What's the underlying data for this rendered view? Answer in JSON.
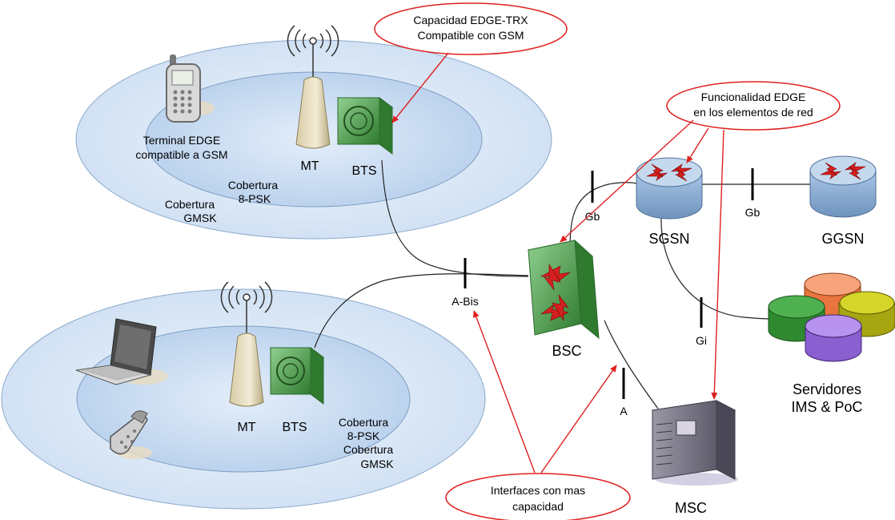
{
  "top_cell": {
    "terminal_label_line1": "Terminal EDGE",
    "terminal_label_line2": "compatible a GSM",
    "mt_label": "MT",
    "bts_label": "BTS",
    "inner_cov_line1": "Cobertura",
    "inner_cov_line2": "8-PSK",
    "outer_cov_line1": "Cobertura",
    "outer_cov_line2": "GMSK"
  },
  "bottom_cell": {
    "mt_label": "MT",
    "bts_label": "BTS",
    "inner_cov_line1": "Cobertura",
    "inner_cov_line2": "8-PSK",
    "outer_cov_line1": "Cobertura",
    "outer_cov_line2": "GMSK"
  },
  "nodes": {
    "bsc": "BSC",
    "sgsn": "SGSN",
    "ggsn": "GGSN",
    "msc": "MSC",
    "servers_line1": "Servidores",
    "servers_line2": "IMS & PoC"
  },
  "interfaces": {
    "abis": "A-Bis",
    "a": "A",
    "gb_left": "Gb",
    "gb_right": "Gb",
    "gi": "Gi"
  },
  "annotations": {
    "edge_trx_line1": "Capacidad EDGE-TRX",
    "edge_trx_line2": "Compatible con GSM",
    "edge_func_line1": "Funcionalidad EDGE",
    "edge_func_line2": "en los elementos de red",
    "interfaces_line1": "Interfaces con mas",
    "interfaces_line2": "capacidad"
  },
  "colors": {
    "annotation_red": "#e02020",
    "coverage_outer": "#dfeaf7",
    "coverage_inner": "#c7daf0",
    "bts_green": "#4c9a4c",
    "router_blue": "#8fb3d9",
    "server_orange": "#f59b6b",
    "server_yellow": "#c8c81e",
    "server_green": "#3f9a3f",
    "server_purple": "#a77fe0"
  }
}
